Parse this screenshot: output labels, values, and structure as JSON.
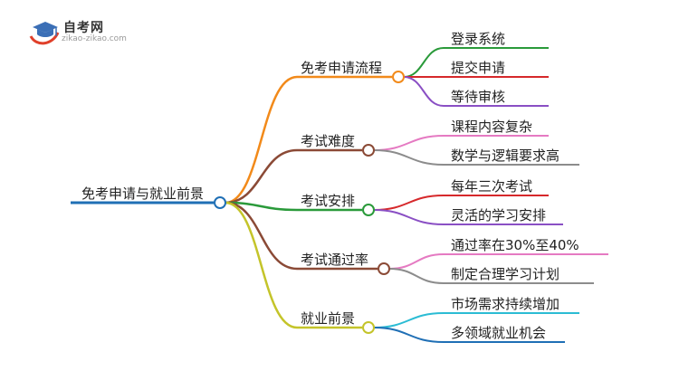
{
  "logo": {
    "name": "自考网",
    "url": "zikao-zikao.com",
    "icon": "graduation-cap-icon",
    "colors": {
      "cap": "#3b6fb6",
      "swoosh": "#e0402a"
    }
  },
  "mindmap": {
    "root": {
      "label": "免考申请与就业前景",
      "color": "#1f6fb5"
    },
    "branches": [
      {
        "label": "免考申请流程",
        "color": "#f28a1a",
        "children": [
          {
            "label": "登录系统",
            "color": "#2a9a3a"
          },
          {
            "label": "提交申请",
            "color": "#d6282b"
          },
          {
            "label": "等待审核",
            "color": "#8a4fc4"
          }
        ]
      },
      {
        "label": "考试难度",
        "color": "#8b4a36",
        "children": [
          {
            "label": "课程内容复杂",
            "color": "#e57ac2"
          },
          {
            "label": "数学与逻辑要求高",
            "color": "#8c8c8c"
          }
        ]
      },
      {
        "label": "考试安排",
        "color": "#2a9a3a",
        "children": [
          {
            "label": "每年三次考试",
            "color": "#d6282b"
          },
          {
            "label": "灵活的学习安排",
            "color": "#8a4fc4"
          }
        ]
      },
      {
        "label": "考试通过率",
        "color": "#8b4a36",
        "children": [
          {
            "label": "通过率在30%至40%",
            "color": "#e57ac2"
          },
          {
            "label": "制定合理学习计划",
            "color": "#8c8c8c"
          }
        ]
      },
      {
        "label": "就业前景",
        "color": "#c4c42a",
        "children": [
          {
            "label": "市场需求持续增加",
            "color": "#2bbcd4"
          },
          {
            "label": "多领域就业机会",
            "color": "#1f6fb5"
          }
        ]
      }
    ]
  }
}
